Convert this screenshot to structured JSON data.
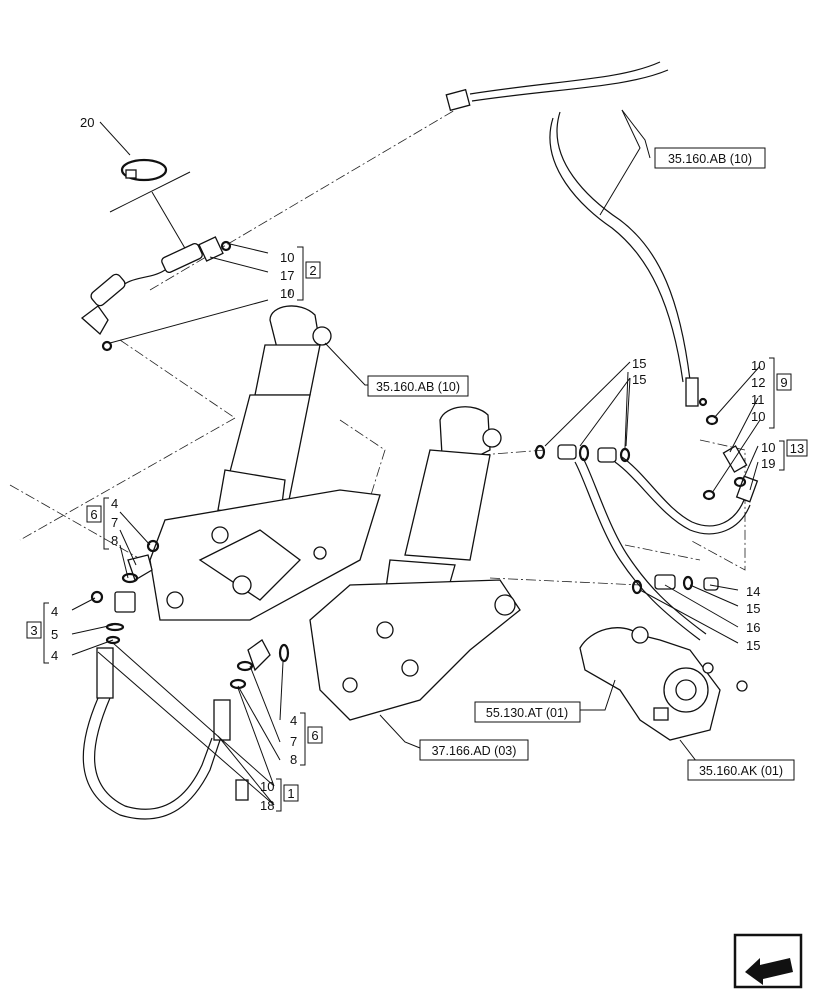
{
  "refs": {
    "top_right": "35.160.AB (10)",
    "middle": "35.160.AB (10)",
    "lower_center": "55.130.AT (01)",
    "bottom_center": "37.166.AD (03)",
    "bottom_right": "35.160.AK (01)"
  },
  "groups": {
    "g1": "1",
    "g2": "2",
    "g3": "3",
    "g6a": "6",
    "g6b": "6",
    "g9": "9",
    "g13": "13"
  },
  "callouts": {
    "c20": "20",
    "c2_10a": "10",
    "c2_17": "17",
    "c2_10b": "10",
    "c15a": "15",
    "c15b": "15",
    "c15c": "15",
    "c9_10": "10",
    "c9_12": "12",
    "c9_11": "11",
    "c9_10b": "10",
    "c13_10": "10",
    "c13_19": "19",
    "c14": "14",
    "c15d": "15",
    "c16": "16",
    "c15e": "15",
    "c6a_4": "4",
    "c6a_7": "7",
    "c6a_8": "8",
    "c3_4a": "4",
    "c3_5": "5",
    "c3_4b": "4",
    "c6b_4": "4",
    "c6b_7": "7",
    "c6b_8": "8",
    "c1_10": "10",
    "c1_18": "18"
  },
  "icons": {
    "nav": "next-page-arrow-icon"
  }
}
